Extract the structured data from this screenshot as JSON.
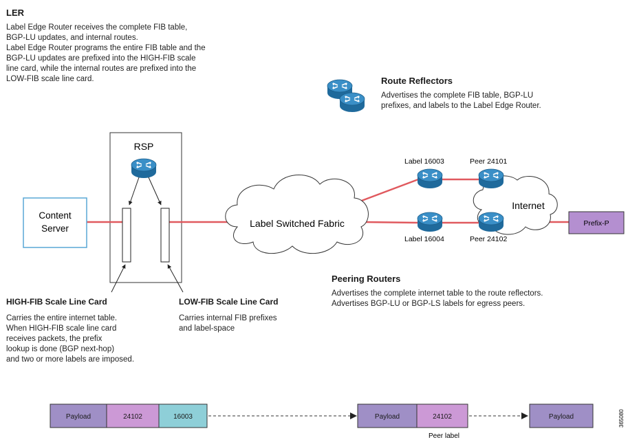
{
  "ler": {
    "title": "LER",
    "lines": [
      "Label Edge Router receives the complete FIB table,",
      "BGP-LU updates, and internal routes.",
      "Label Edge Router programs the entire FIB table and the",
      "BGP-LU updates are prefixed into the HIGH-FIB scale",
      "line card, while the internal routes are prefixed into the",
      "LOW-FIB scale line card."
    ]
  },
  "route_reflectors": {
    "title": "Route Reflectors",
    "lines": [
      "Advertises the complete FIB table, BGP-LU",
      "prefixes, and labels to the Label Edge Router."
    ]
  },
  "rsp": {
    "label": "RSP"
  },
  "content_server": {
    "line1": "Content",
    "line2": "Server"
  },
  "fabric": {
    "label": "Label Switched Fabric"
  },
  "internet": {
    "label": "Internet"
  },
  "prefix": {
    "label": "Prefix-P"
  },
  "peers": {
    "label_top": "Label 16003",
    "peer_top": "Peer 24101",
    "label_bottom": "Label 16004",
    "peer_bottom": "Peer 24102"
  },
  "peering_routers": {
    "title": "Peering Routers",
    "lines": [
      "Advertises the complete internet table to the route reflectors.",
      "Advertises BGP-LU or BGP-LS labels for egress peers."
    ]
  },
  "high_fib": {
    "title": "HIGH-FIB Scale Line Card",
    "lines": [
      "Carries the entire internet table.",
      "When HIGH-FIB scale line card",
      "receives packets, the prefix",
      "lookup is done (BGP next-hop)",
      "and two or more labels are imposed."
    ]
  },
  "low_fib": {
    "title": "LOW-FIB Scale Line Card",
    "lines": [
      "Carries internal FIB prefixes",
      "and label-space"
    ]
  },
  "packets": {
    "first": [
      "Payload",
      "24102",
      "16003"
    ],
    "second": [
      "Payload",
      "24102"
    ],
    "third": [
      "Payload"
    ],
    "peer_label": "Peer label"
  },
  "figure_id": "365080",
  "colors": {
    "router": "#2b7fb8",
    "link": "#e0595e",
    "payload": "#9f8fc6",
    "label_24102": "#cc99d6",
    "label_16003": "#8ecfd8",
    "prefix_box": "#b48fd0",
    "server_border": "#59a7d5"
  }
}
